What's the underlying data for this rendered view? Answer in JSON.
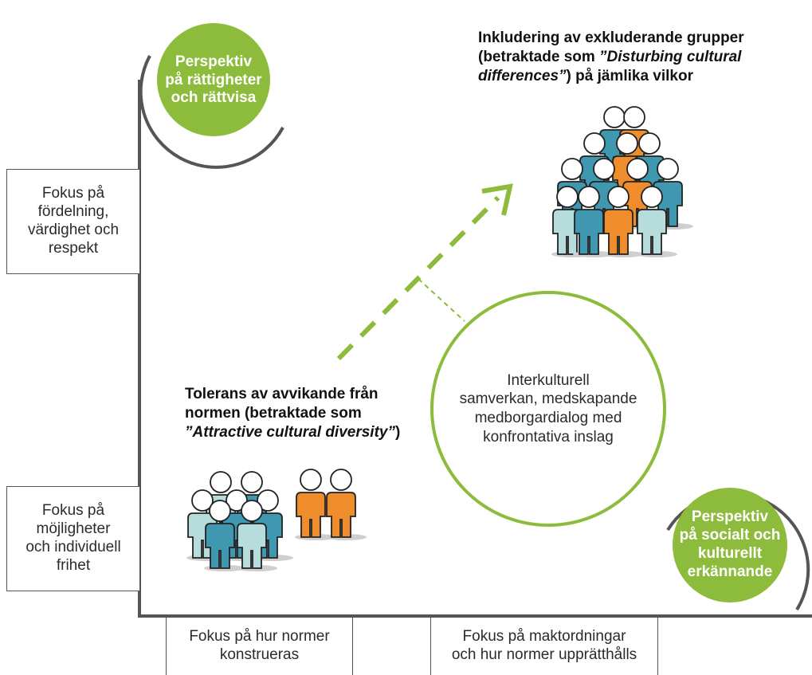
{
  "perspectives": {
    "top_left": "Perspektiv\npå rättigheter\noch rättvisa",
    "bottom_right": "Perspektiv\npå socialt och\nkulturellt\nerkännande"
  },
  "y_axis_labels": {
    "upper": "Fokus på\nfördelning,\nvärdighet och\nrespekt",
    "lower": "Fokus på\nmöjligheter\noch individuell\nfrihet"
  },
  "x_axis_labels": {
    "left": "Fokus på hur normer\nkonstrueras",
    "right": "Fokus på maktordningar\noch hur normer upprätthålls"
  },
  "groups": {
    "inclusion": {
      "line1": "Inkludering av exkluderande grupper",
      "line2_pre": "(betraktade som ",
      "line2_em": "”Disturbing cultural",
      "line3_em": "differences”",
      "line3_post": ") på jämlika vilkor"
    },
    "tolerance": {
      "line1": "Tolerans av avvikande från",
      "line2": "normen (betraktade som",
      "line3_em": "”Attractive cultural diversity”",
      "line3_post": ")"
    }
  },
  "center_circle": "Interkulturell\nsamverkan, medskapande\nmedborgardialog med\nkonfrontativa inslag",
  "colors": {
    "green": "#8dbb3c",
    "teal": "#3f97b0",
    "light_teal": "#b7dcdc",
    "orange": "#ef8c2c",
    "axis": "#555555"
  }
}
